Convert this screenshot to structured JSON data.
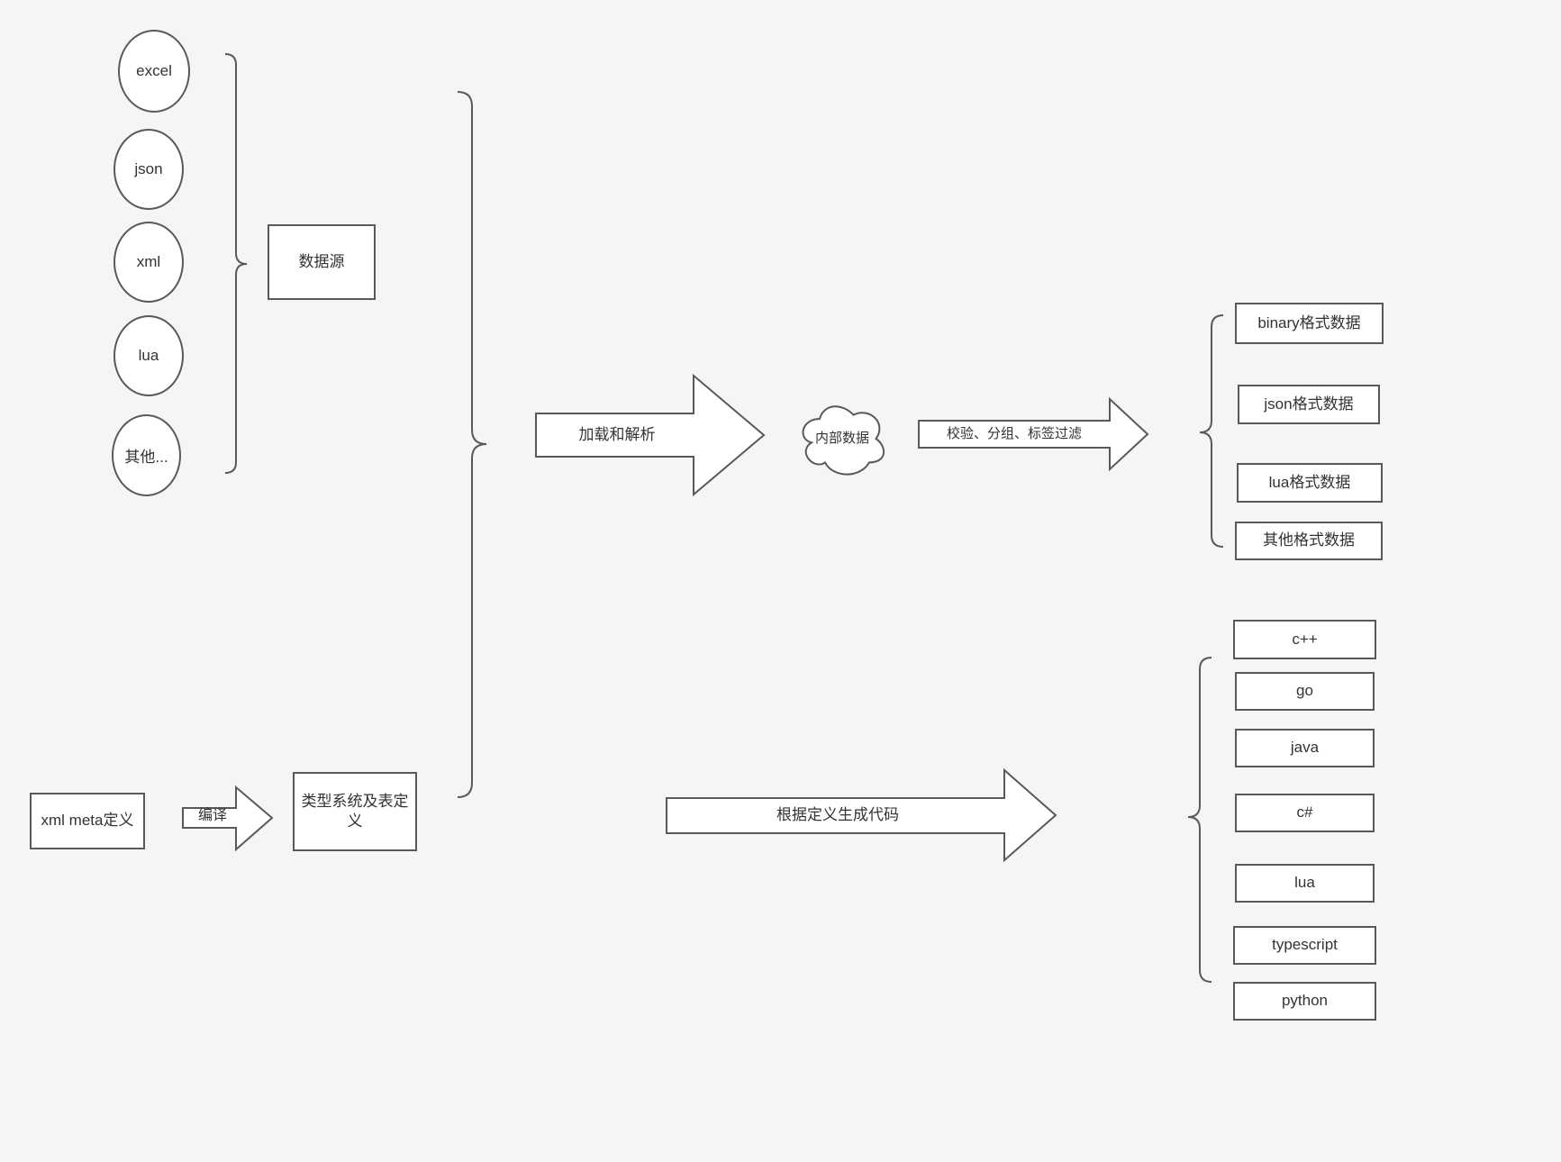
{
  "canvas": {
    "background": "#f5f5f5",
    "stroke_color": "#595959",
    "shape_fill": "#ffffff"
  },
  "sources": {
    "group_label": "数据源",
    "items": [
      "excel",
      "json",
      "xml",
      "lua",
      "其他..."
    ]
  },
  "pipeline": {
    "load_parse_arrow": "加载和解析",
    "internal_data_cloud": "内部数据",
    "filter_arrow": "校验、分组、标签过滤"
  },
  "data_formats": [
    "binary格式数据",
    "json格式数据",
    "lua格式数据",
    "其他格式数据"
  ],
  "codegen": {
    "xml_meta_box": "xml meta定义",
    "compile_arrow": "编译",
    "type_system_box": "类型系统及表定义",
    "generate_arrow": "根据定义生成代码",
    "languages": [
      "c++",
      "go",
      "java",
      "c#",
      "lua",
      "typescript",
      "python"
    ]
  }
}
